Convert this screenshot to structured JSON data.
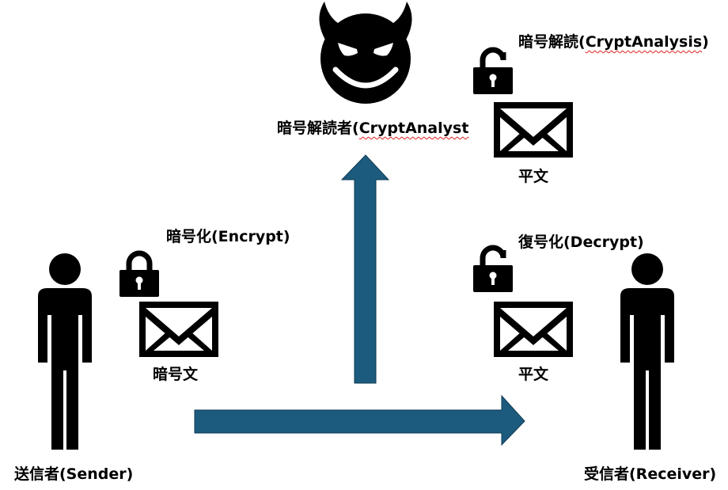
{
  "colors": {
    "arrow": "#1c5b7e",
    "arrow_stroke": "#0e3a52",
    "ink": "#000000"
  },
  "icons": [
    "person-icon",
    "devil-face-icon",
    "lock-closed-icon",
    "lock-open-icon",
    "envelope-icon"
  ],
  "labels": {
    "sender": "送信者(Sender)",
    "receiver": "受信者(Receiver)",
    "analyst_prefix": "暗号解読者(",
    "analyst_word": "CryptAnalyst",
    "encrypt": "暗号化(Encrypt)",
    "decrypt": "復号化(Decrypt)",
    "analysis_prefix": "暗号解読(",
    "analysis_word": "CryptAnalysis",
    "analysis_suffix": ")",
    "ciphertext": "暗号文",
    "plaintext_receiver": "平文",
    "plaintext_analyst": "平文"
  }
}
